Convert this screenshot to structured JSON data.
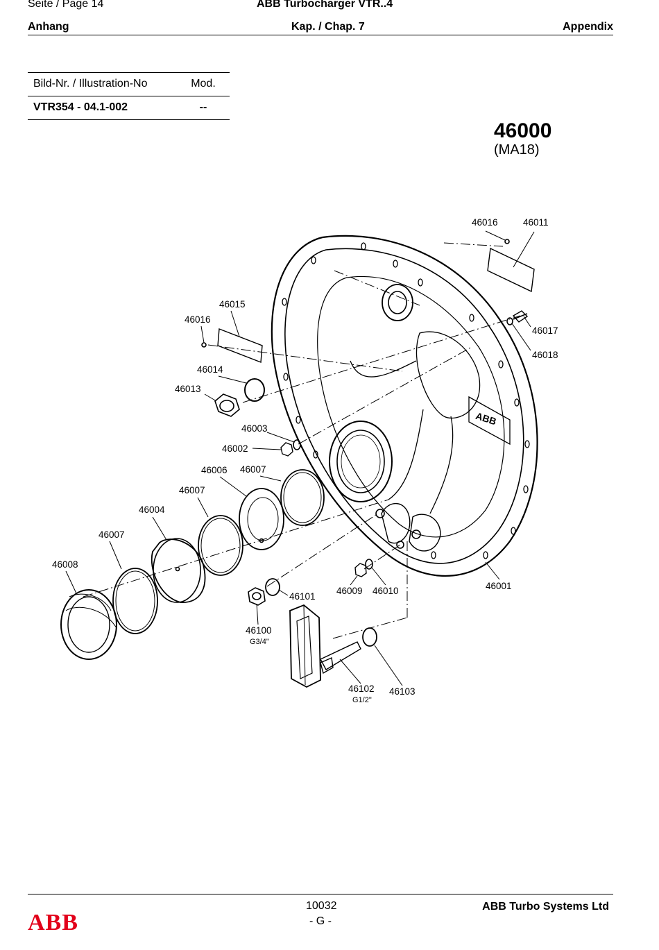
{
  "header": {
    "page_label": "Seite / Page  14",
    "doc_title": "ABB Turbocharger VTR..4",
    "left_section": "Anhang",
    "chapter": "Kap. / Chap. 7",
    "right_section": "Appendix"
  },
  "info_table": {
    "col1_header": "Bild-Nr. / Illustration-No",
    "col2_header": "Mod.",
    "illustration_no": "VTR354 - 04.1-002",
    "mod_value": "--"
  },
  "assembly": {
    "number": "46000",
    "code": "(MA18)"
  },
  "part_labels": [
    {
      "id": "p46016a",
      "text": "46016"
    },
    {
      "id": "p46011",
      "text": "46011"
    },
    {
      "id": "p46015",
      "text": "46015"
    },
    {
      "id": "p46016b",
      "text": "46016"
    },
    {
      "id": "p46017",
      "text": "46017"
    },
    {
      "id": "p46018",
      "text": "46018"
    },
    {
      "id": "p46014",
      "text": "46014"
    },
    {
      "id": "p46013",
      "text": "46013"
    },
    {
      "id": "p46003",
      "text": "46003"
    },
    {
      "id": "p46002",
      "text": "46002"
    },
    {
      "id": "p46006",
      "text": "46006"
    },
    {
      "id": "p46007a",
      "text": "46007"
    },
    {
      "id": "p46007b",
      "text": "46007"
    },
    {
      "id": "p46004",
      "text": "46004"
    },
    {
      "id": "p46007c",
      "text": "46007"
    },
    {
      "id": "p46008",
      "text": "46008"
    },
    {
      "id": "p46101",
      "text": "46101"
    },
    {
      "id": "p46009",
      "text": "46009"
    },
    {
      "id": "p46010",
      "text": "46010"
    },
    {
      "id": "p46001",
      "text": "46001"
    },
    {
      "id": "p46100",
      "text": "46100"
    },
    {
      "id": "p46102",
      "text": "46102"
    },
    {
      "id": "p46103",
      "text": "46103"
    }
  ],
  "thread_labels": {
    "g34": "G3/4\"",
    "g12": "G1/2\""
  },
  "housing_logo": "ABB",
  "footer": {
    "doc_number": "10032",
    "revision": "- G -",
    "company": "ABB Turbo Systems Ltd",
    "logo": "ABB"
  }
}
